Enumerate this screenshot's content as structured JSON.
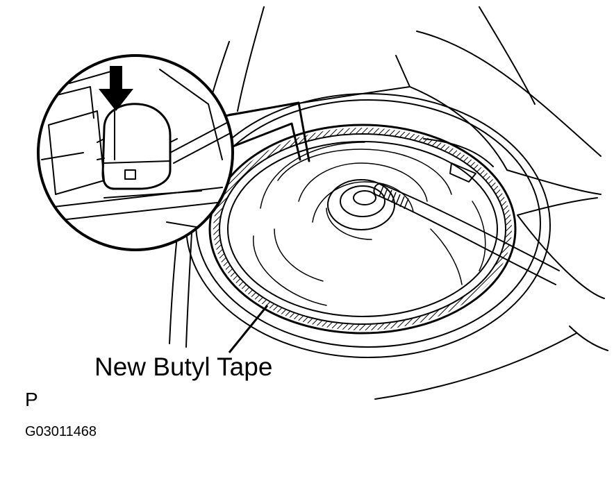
{
  "labels": {
    "callout": "New Butyl Tape",
    "view_letter": "P",
    "figure_id": "G03011468"
  },
  "colors": {
    "ink": "#000000",
    "paper": "#ffffff"
  }
}
